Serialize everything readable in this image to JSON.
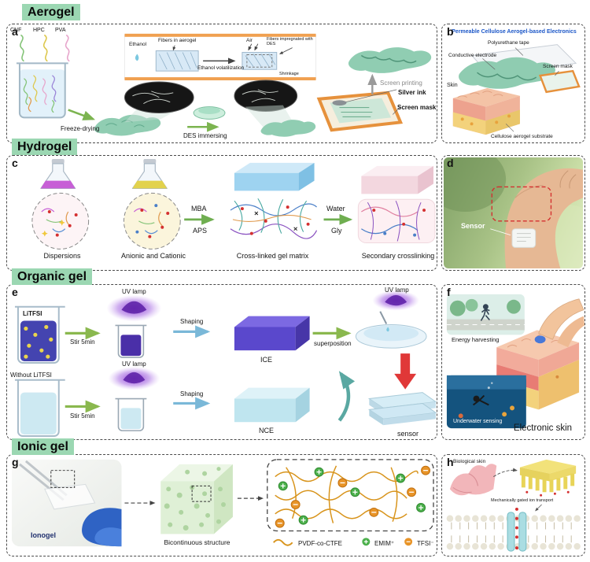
{
  "sections": {
    "aerogel": "Aerogel",
    "hydrogel": "Hydrogel",
    "organic_gel": "Organic gel",
    "ionic_gel": "Ionic gel"
  },
  "panel_a": {
    "letter": "a",
    "cnf": "CNF",
    "hpc": "HPC",
    "pva": "PVA",
    "freeze_drying": "Freeze-drying",
    "ethanol": "Ethanol",
    "fibers_in_aerogel": "Fibers in aerogel",
    "ethanol_volatilization": "Ethanol volatilization",
    "air": "Air",
    "fibers_impregnated_with_des": "Fibers impregnated with DES",
    "shrinkage": "Shrinkage",
    "des_immersing": "DES immersing",
    "screen_printing": "Screen printing",
    "silver_ink": "Silver ink",
    "screen_mask": "Screen mask"
  },
  "panel_b": {
    "letter": "b",
    "title": "Permeable Cellulose Aerogel-based Electronics",
    "polyurethane_tape": "Polyurethane tape",
    "conductive_electrode": "Conductive electrode",
    "screen_mask": "Screen mask",
    "skin": "Skin",
    "substrate": "Cellulose aerogel substrate"
  },
  "panel_c": {
    "letter": "c",
    "dispersions": "Dispersions",
    "anionic_and_cationic": "Anionic and Cationic",
    "mba": "MBA",
    "aps": "APS",
    "cross_linked": "Cross-linked gel matrix",
    "water": "Water",
    "gly": "Gly",
    "secondary": "Secondary crosslinking"
  },
  "panel_d": {
    "letter": "d",
    "sensor": "Sensor"
  },
  "panel_e": {
    "letter": "e",
    "litfsi": "LiTFSI",
    "without_litfsi": "Without LiTFSI",
    "stir_5min": "Stir 5min",
    "uv_lamp": "UV lamp",
    "shaping": "Shaping",
    "ice": "ICE",
    "nce": "NCE",
    "superposition": "superposition",
    "sensor": "sensor"
  },
  "panel_f": {
    "letter": "f",
    "energy_harvesting": "Energy harvesting",
    "underwater_sensing": "Underwater sensing",
    "electronic_skin": "Electronic skin"
  },
  "panel_g": {
    "letter": "g",
    "ionogel": "Ionogel",
    "bicontinuous": "Bicontinuous structure",
    "pvdf": "PVDF-co-CTFE",
    "emim": "EMIM⁺",
    "tfsi": "TFSI⁻"
  },
  "panel_h": {
    "letter": "h",
    "biological_skin": "Biological skin",
    "ion_transport": "Mechanically gated ion transport"
  },
  "colors": {
    "section_bg": "#9bd7b2",
    "aerogel_green": "#90cdb2",
    "title_blue": "#1c57c8",
    "red_accent": "#d43030"
  }
}
